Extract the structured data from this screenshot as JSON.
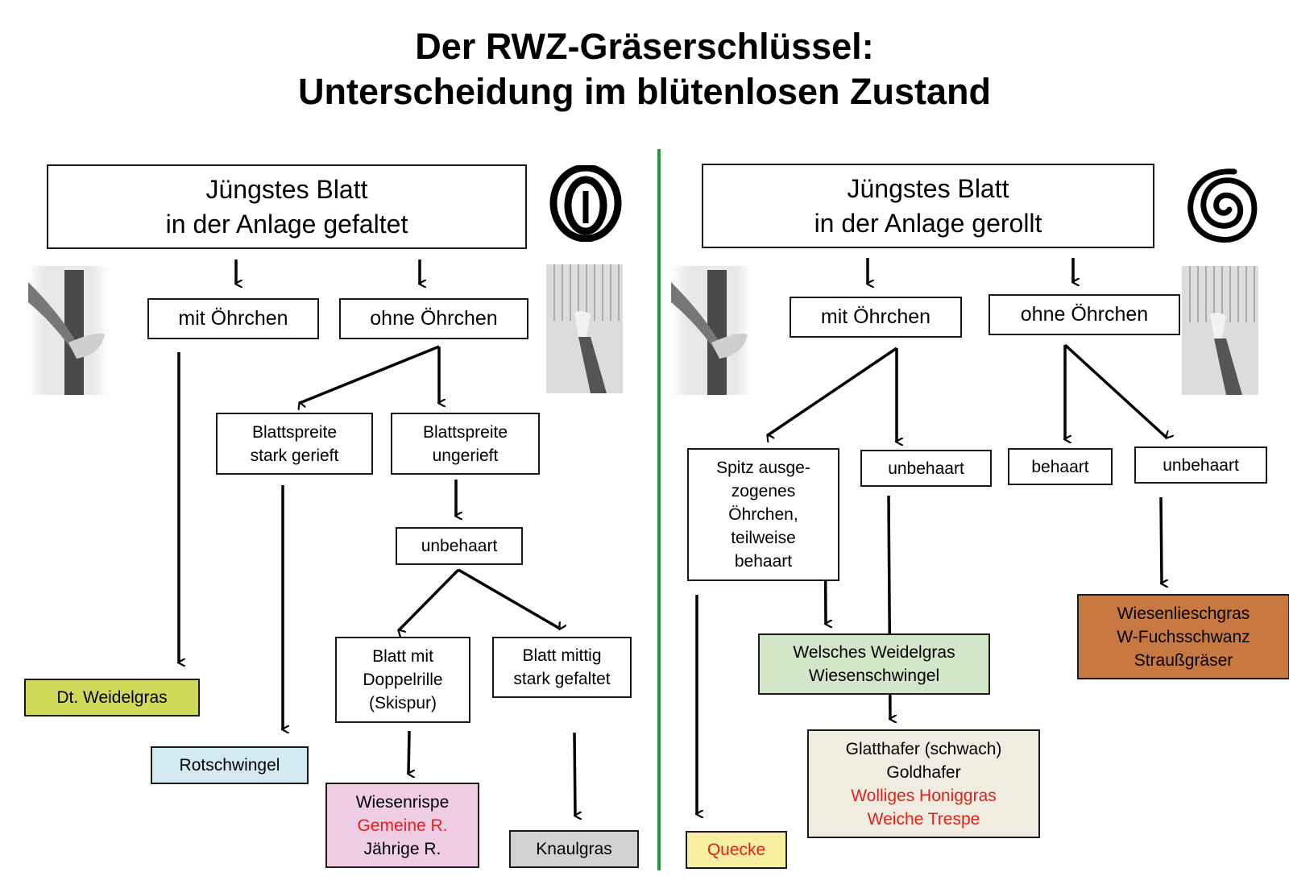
{
  "title": {
    "line1": "Der RWZ-Gräserschlüssel:",
    "line2": "Unterscheidung im blütenlosen Zustand"
  },
  "left": {
    "root": {
      "line1": "Jüngstes Blatt",
      "line2": "in der Anlage gefaltet",
      "icon": "folded-leaf-cross-section-icon"
    },
    "mit_oehrchen": "mit Öhrchen",
    "ohne_oehrchen": "ohne Öhrchen",
    "blattspreite_gerieft": {
      "line1": "Blattspreite",
      "line2": "stark gerieft"
    },
    "blattspreite_ungerieft": {
      "line1": "Blattspreite",
      "line2": "ungerieft"
    },
    "unbehaart": "unbehaart",
    "doppelrille": {
      "line1": "Blatt mit",
      "line2": "Doppelrille",
      "line3": "(Skispur)"
    },
    "mittig_gefaltet": {
      "line1": "Blatt mittig",
      "line2": "stark gefaltet"
    },
    "results": {
      "dt_weidelgras": {
        "text": "Dt. Weidelgras",
        "color": "#d0d95a"
      },
      "rotschwingel": {
        "text": "Rotschwingel",
        "color": "#d3eaf2"
      },
      "wiesenrispe": {
        "lines": [
          "Wiesenrispe",
          "Gemeine R.",
          "Jährige R."
        ],
        "red_line": "Gemeine R.",
        "color": "#efcde4"
      },
      "knaulgras": {
        "text": "Knaulgras",
        "color": "#d2d2d2"
      }
    }
  },
  "right": {
    "root": {
      "line1": "Jüngstes Blatt",
      "line2": "in der Anlage gerollt",
      "icon": "rolled-leaf-cross-section-icon"
    },
    "mit_oehrchen": "mit Öhrchen",
    "ohne_oehrchen": "ohne Öhrchen",
    "spitz": {
      "lines": [
        "Spitz ausge-",
        "zogenes",
        "Öhrchen,",
        "teilweise",
        "behaart"
      ]
    },
    "unbehaart_mit": "unbehaart",
    "behaart": "behaart",
    "unbehaart_ohne": "unbehaart",
    "results": {
      "quecke": {
        "text": "Quecke",
        "color": "#f8f0a0",
        "text_color": "#e0201b"
      },
      "welsches": {
        "lines": [
          "Welsches Weidelgras",
          "Wiesenschwingel"
        ],
        "color": "#d2e6c8"
      },
      "glatthafer": {
        "lines": [
          "Glatthafer (schwach)",
          "Goldhafer",
          "Wolliges Honiggras",
          "Weiche Trespe"
        ],
        "red_lines": [
          "Wolliges Honiggras",
          "Weiche Trespe"
        ],
        "color": "#f0ede0"
      },
      "wiesenlieschgras": {
        "lines": [
          "Wiesenlieschgras",
          "W-Fuchsschwanz",
          "Straußgräser"
        ],
        "color": "#c87941"
      }
    }
  },
  "colors": {
    "divider": "#1f9a3c",
    "highlight_text": "#e0201b"
  },
  "photos": [
    "grass-auricle-photo-with-oehrchen",
    "grass-ligule-photo-without-oehrchen"
  ]
}
